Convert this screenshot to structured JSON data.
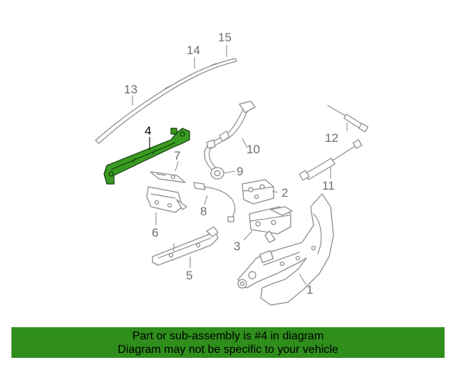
{
  "callouts": {
    "c1": "1",
    "c2": "2",
    "c3": "3",
    "c4": "4",
    "c5": "5",
    "c6": "6",
    "c7": "7",
    "c8": "8",
    "c9": "9",
    "c10": "10",
    "c11": "11",
    "c12": "12",
    "c13": "13",
    "c14": "14",
    "c15": "15"
  },
  "highlight": {
    "part_number": "4",
    "color": "#3a9a22"
  },
  "banner": {
    "line1": "Part or sub-assembly is #4 in diagram",
    "line2": "Diagram may not be specific to your vehicle",
    "background": "#2f8e1c"
  }
}
